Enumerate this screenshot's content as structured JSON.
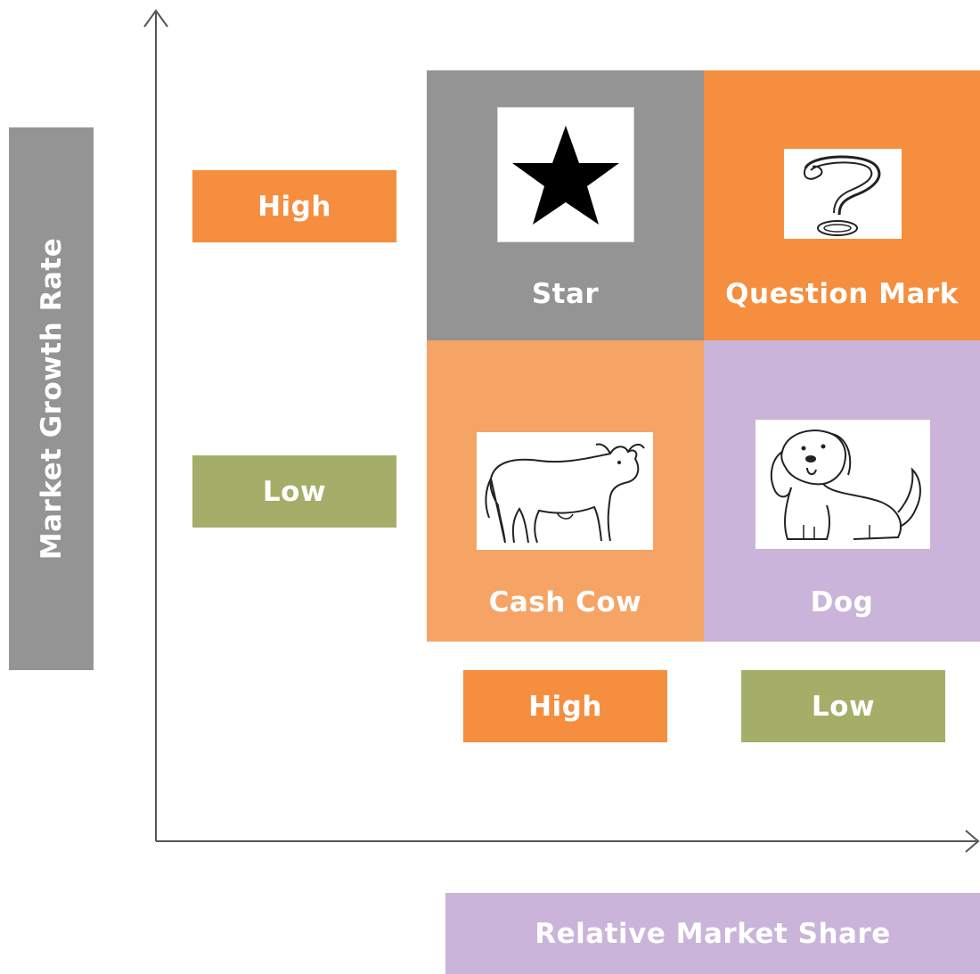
{
  "y_axis": {
    "title": "Market Growth Rate",
    "levels": [
      "High",
      "Low"
    ]
  },
  "x_axis": {
    "title": "Relative Market Share",
    "levels": [
      "High",
      "Low"
    ]
  },
  "quadrants": {
    "star": {
      "label": "Star",
      "icon": "star-icon"
    },
    "question_mark": {
      "label": "Question Mark",
      "icon": "question-mark-icon"
    },
    "cash_cow": {
      "label": "Cash Cow",
      "icon": "cow-icon"
    },
    "dog": {
      "label": "Dog",
      "icon": "dog-icon"
    }
  },
  "colors": {
    "orange": "#f68e3f",
    "light_orange": "#f6a465",
    "gray": "#949494",
    "lavender": "#cab4d9",
    "olive": "#a5ae68"
  }
}
